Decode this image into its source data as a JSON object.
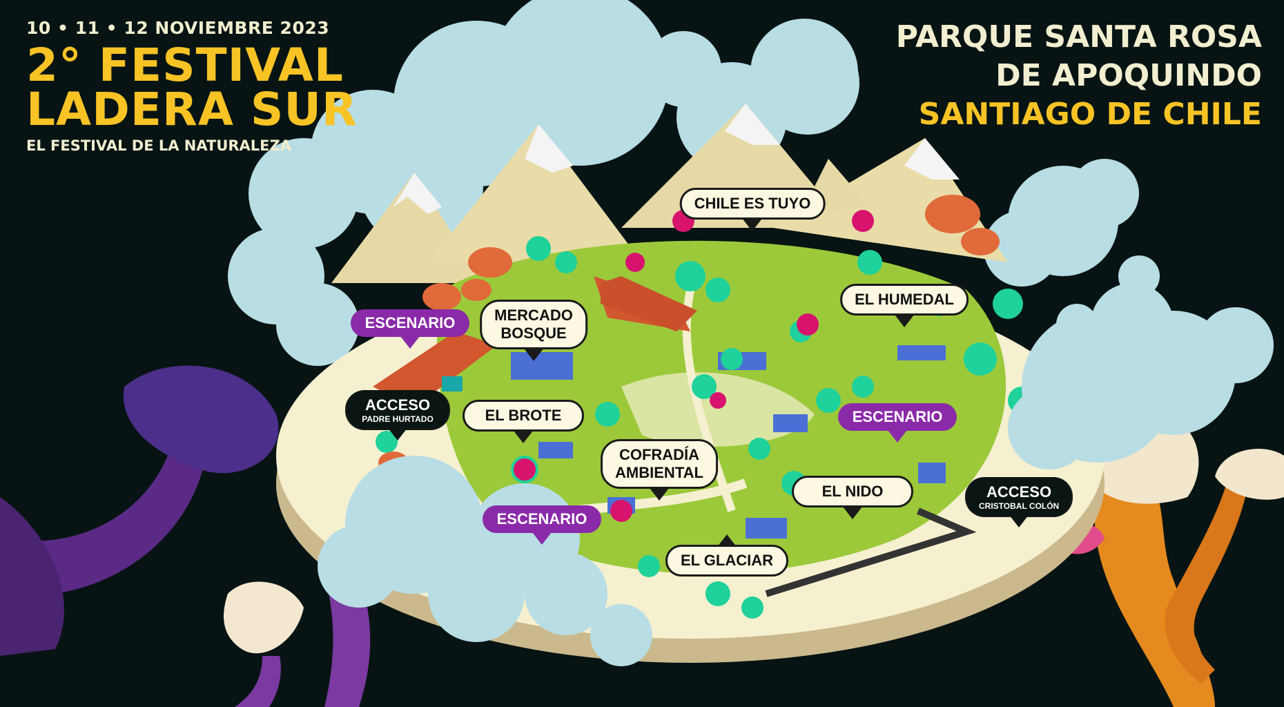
{
  "header": {
    "dates": "10 • 11 • 12 NOVIEMBRE 2023",
    "title_line1": "2° FESTIVAL",
    "title_line2": "LADERA SUR",
    "tagline": "EL FESTIVAL DE LA NATURALEZA"
  },
  "location": {
    "line1": "PARQUE SANTA ROSA",
    "line2": "DE APOQUINDO",
    "line3": "SANTIAGO DE CHILE"
  },
  "labels": {
    "chile_es_tuyo": "CHILE ES TUYO",
    "el_humedal": "EL HUMEDAL",
    "escenario_1": "ESCENARIO",
    "mercado_bosque_1": "MERCADO",
    "mercado_bosque_2": "BOSQUE",
    "acceso_padre": "ACCESO",
    "acceso_padre_sub": "PADRE HURTADO",
    "el_brote": "EL BROTE",
    "escenario_2": "ESCENARIO",
    "cofradia_1": "COFRADÍA",
    "cofradia_2": "AMBIENTAL",
    "escenario_3": "ESCENARIO",
    "el_nido": "EL NIDO",
    "acceso_colon": "ACCESO",
    "acceso_colon_sub": "CRISTOBAL COLÓN",
    "el_glaciar": "EL GLACIAR"
  },
  "colors": {
    "background": "#071413",
    "gold": "#f7c325",
    "cream": "#f2eed0",
    "purple": "#8a2aa8",
    "grass": "#9cc93a",
    "cloud": "#b8dde4"
  }
}
